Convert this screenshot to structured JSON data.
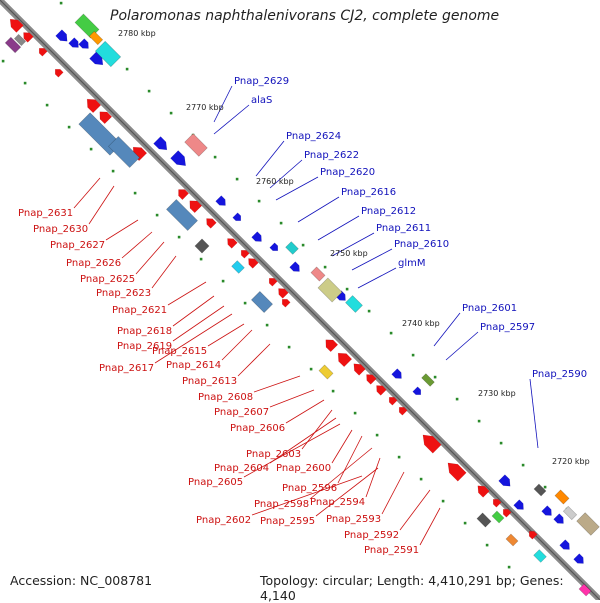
{
  "title": "Polaromonas naphthalenivorans CJ2, complete genome",
  "footer": {
    "accession": "Accession: NC_008781",
    "topology": "Topology: circular; Length: 4,410,291 bp; Genes: 4,140"
  },
  "colors": {
    "minus_strand": "#ee1111",
    "plus_strand": "#1515dd",
    "backbone": "#8a8a8a",
    "tick": "#2a8a2a",
    "label_plus": "#1111bb",
    "label_minus": "#cc1111"
  },
  "kbp_marks": [
    "2780 kbp",
    "2770 kbp",
    "2760 kbp",
    "2750 kbp",
    "2740 kbp",
    "2730 kbp",
    "2720 kbp"
  ],
  "labels_top": [
    "Pnap_2629",
    "alaS",
    "Pnap_2624",
    "Pnap_2622",
    "Pnap_2620",
    "Pnap_2616",
    "Pnap_2612",
    "Pnap_2611",
    "Pnap_2610",
    "glmM",
    "Pnap_2601",
    "Pnap_2597",
    "Pnap_2590"
  ],
  "labels_bottom": [
    "Pnap_2631",
    "Pnap_2630",
    "Pnap_2627",
    "Pnap_2626",
    "Pnap_2625",
    "Pnap_2623",
    "Pnap_2621",
    "Pnap_2618",
    "Pnap_2619",
    "Pnap_2617",
    "Pnap_2615",
    "Pnap_2614",
    "Pnap_2613",
    "Pnap_2608",
    "Pnap_2607",
    "Pnap_2606",
    "Pnap_2603",
    "Pnap_2604",
    "Pnap_2605",
    "Pnap_2600",
    "Pnap_2596",
    "Pnap_2598",
    "Pnap_2594",
    "Pnap_2602",
    "Pnap_2595",
    "Pnap_2593",
    "Pnap_2592",
    "Pnap_2591"
  ]
}
